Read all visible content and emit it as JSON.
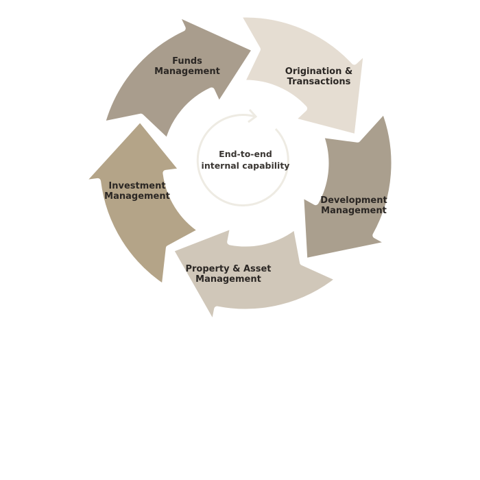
{
  "center": {
    "line1": "End-to-end",
    "line2": "internal capability"
  },
  "stages": [
    {
      "line1": "Investment",
      "line2": "Management",
      "color": "#b4a488"
    },
    {
      "line1": "Funds",
      "line2": "Management",
      "color": "#a99d8d"
    },
    {
      "line1": "Origination &",
      "line2": "Transactions",
      "color": "#e5ddd2"
    },
    {
      "line1": "Development",
      "line2": "Management",
      "color": "#aa9f8e"
    },
    {
      "line1": "Property & Asset",
      "line2": "Management",
      "color": "#d0c7b9"
    }
  ]
}
